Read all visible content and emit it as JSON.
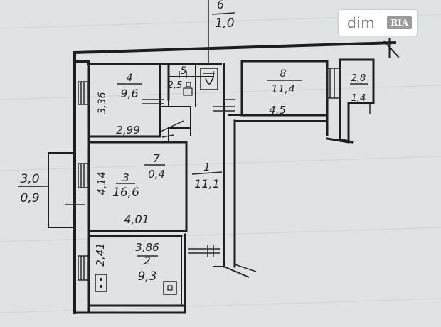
{
  "watermark": {
    "brand": "dim",
    "sub": "RIA"
  },
  "labels": {
    "r6_num": "6",
    "r6_area": "1,0",
    "r4_num": "4",
    "r4_area": "9,6",
    "r5_num": "5",
    "r5_area": "2,5",
    "r8_num": "8",
    "r8_area": "11,4",
    "r28": "2,8",
    "r14": "1,4",
    "d336": "3,36",
    "d299": "2,99",
    "d45": "4,5",
    "r7_num": "7",
    "r7_area": "0,4",
    "r3_num": "3",
    "r3_area": "16,6",
    "r1_num": "1",
    "r1_area": "11,1",
    "d414": "4,14",
    "d401": "4,01",
    "bal_len": "3,0",
    "bal_area": "0,9",
    "d386": "3,86",
    "r2_num": "2",
    "r2_area": "9,3",
    "d241": "2,41"
  },
  "icons": [
    "toilet-icon",
    "stove-icon",
    "sink-icon"
  ]
}
